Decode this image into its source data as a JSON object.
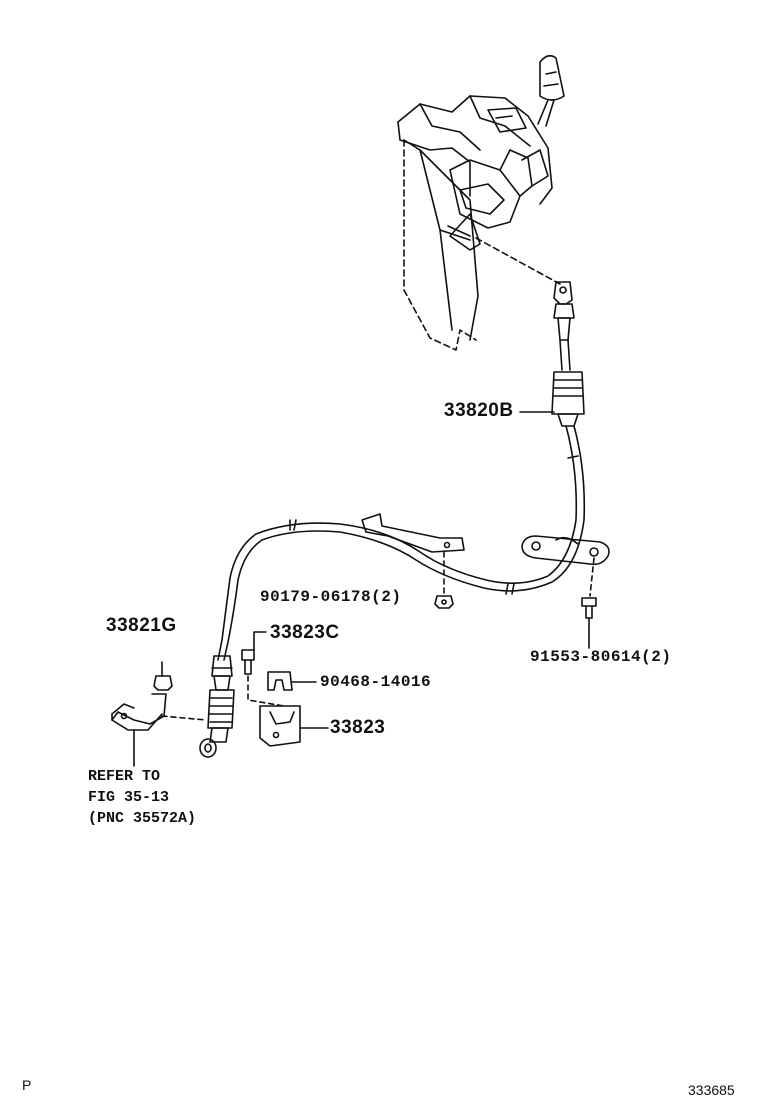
{
  "labels": {
    "cable_assy": "33820B",
    "nut_left": "33821G",
    "bolt_small": "33823C",
    "clip": "90468-14016",
    "bracket": "33823",
    "nut_center": "90179-06178(2)",
    "bolt_right": "91553-80614(2)"
  },
  "reference_note": {
    "line1": "REFER TO",
    "line2": "FIG 35-13",
    "line3": "(PNC 35572A)"
  },
  "footer": {
    "left": "P",
    "right": "333685"
  }
}
